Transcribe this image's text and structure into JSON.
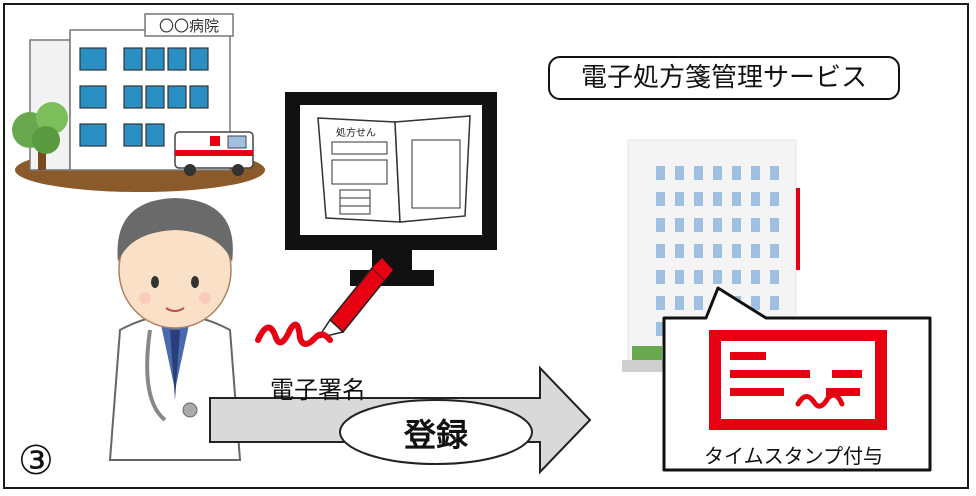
{
  "hospital": {
    "sign_text": "〇〇病院"
  },
  "monitor": {
    "document_title": "処方せん"
  },
  "service": {
    "label": "電子処方箋管理サービス"
  },
  "signature": {
    "label": "電子署名"
  },
  "register": {
    "label": "登録"
  },
  "timestamp": {
    "label": "タイムスタンプ付与"
  },
  "step": {
    "number": "③"
  },
  "colors": {
    "accent_red": "#e60012",
    "frame": "#1a1a1a",
    "building_window": "#9fc0e0"
  }
}
